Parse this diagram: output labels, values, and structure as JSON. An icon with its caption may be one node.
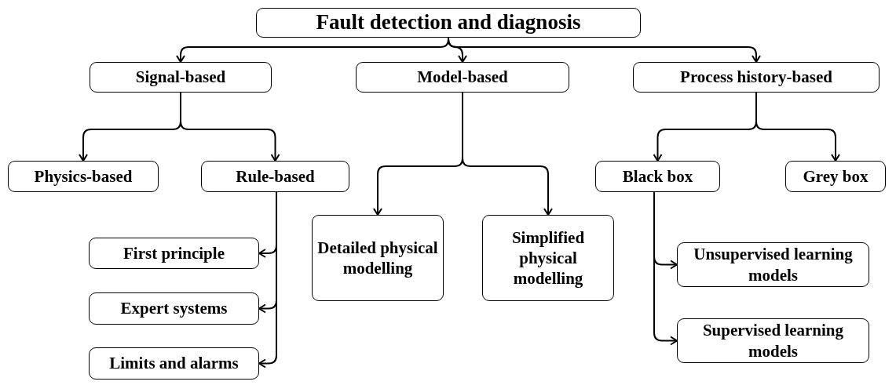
{
  "diagram": {
    "nodes": [
      {
        "text": [
          "Fault detection and diagnosis"
        ]
      },
      {
        "text": [
          "Signal-based"
        ]
      },
      {
        "text": [
          "Model-based"
        ]
      },
      {
        "text": [
          "Process history-based"
        ]
      },
      {
        "text": [
          "Physics-based"
        ]
      },
      {
        "text": [
          "Rule-based"
        ]
      },
      {
        "text": [
          "First principle"
        ]
      },
      {
        "text": [
          "Expert systems"
        ]
      },
      {
        "text": [
          "Limits and alarms"
        ]
      },
      {
        "text": [
          "Detailed physical modelling"
        ]
      },
      {
        "text": [
          "Simplified physical modelling"
        ]
      },
      {
        "text": [
          "Black box"
        ]
      },
      {
        "text": [
          "Grey box"
        ]
      },
      {
        "text": [
          "Unsupervised learning models"
        ]
      },
      {
        "text": [
          "Supervised learning models"
        ]
      }
    ],
    "edges": [
      {
        "from": 0,
        "to": 1,
        "arrow": "to"
      },
      {
        "from": 0,
        "to": 2,
        "arrow": "to"
      },
      {
        "from": 0,
        "to": 3,
        "arrow": "to"
      },
      {
        "from": 1,
        "to": 4,
        "arrow": "to"
      },
      {
        "from": 1,
        "to": 5,
        "arrow": "to"
      },
      {
        "from": 5,
        "to": 6,
        "arrow": "to"
      },
      {
        "from": 5,
        "to": 7,
        "arrow": "to"
      },
      {
        "from": 5,
        "to": 8,
        "arrow": "to"
      },
      {
        "from": 2,
        "to": 9,
        "arrow": "to"
      },
      {
        "from": 2,
        "to": 10,
        "arrow": "to"
      },
      {
        "from": 3,
        "to": 11,
        "arrow": "to"
      },
      {
        "from": 3,
        "to": 12,
        "arrow": "to"
      },
      {
        "from": 11,
        "to": 13,
        "arrow": "to"
      },
      {
        "from": 11,
        "to": 14,
        "arrow": "to"
      }
    ]
  }
}
